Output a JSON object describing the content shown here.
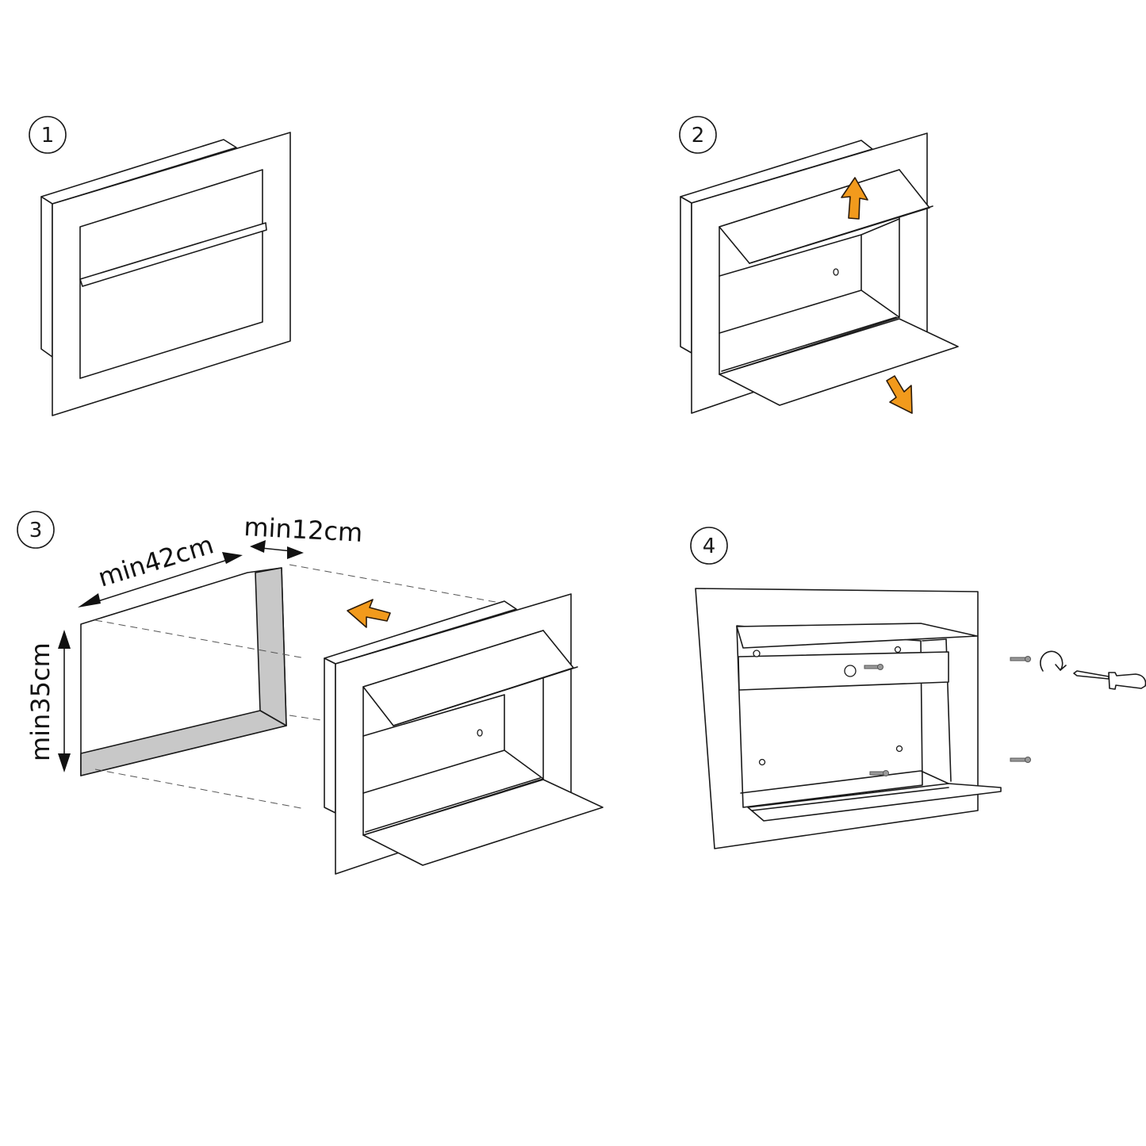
{
  "title": "Recessed letterbox installation steps",
  "colors": {
    "line": "#1a1a1a",
    "arrow_fill": "#f29a1c",
    "niche_shade": "#c8c8c8",
    "background": "#ffffff"
  },
  "steps": [
    {
      "number": "1",
      "description": "Recessed mailbox with closed flap"
    },
    {
      "number": "2",
      "description": "Open top flap and bottom door"
    },
    {
      "number": "3",
      "description": "Insert box into wall niche",
      "dimensions": {
        "width": "min42cm",
        "depth": "min12cm",
        "height": "min35cm"
      }
    },
    {
      "number": "4",
      "description": "Fix box with screws using screwdriver"
    }
  ],
  "icons": [
    "arrow-up-icon",
    "arrow-down-right-icon",
    "arrow-left-icon",
    "rotate-clockwise-icon",
    "screwdriver-icon",
    "screw-icon"
  ]
}
